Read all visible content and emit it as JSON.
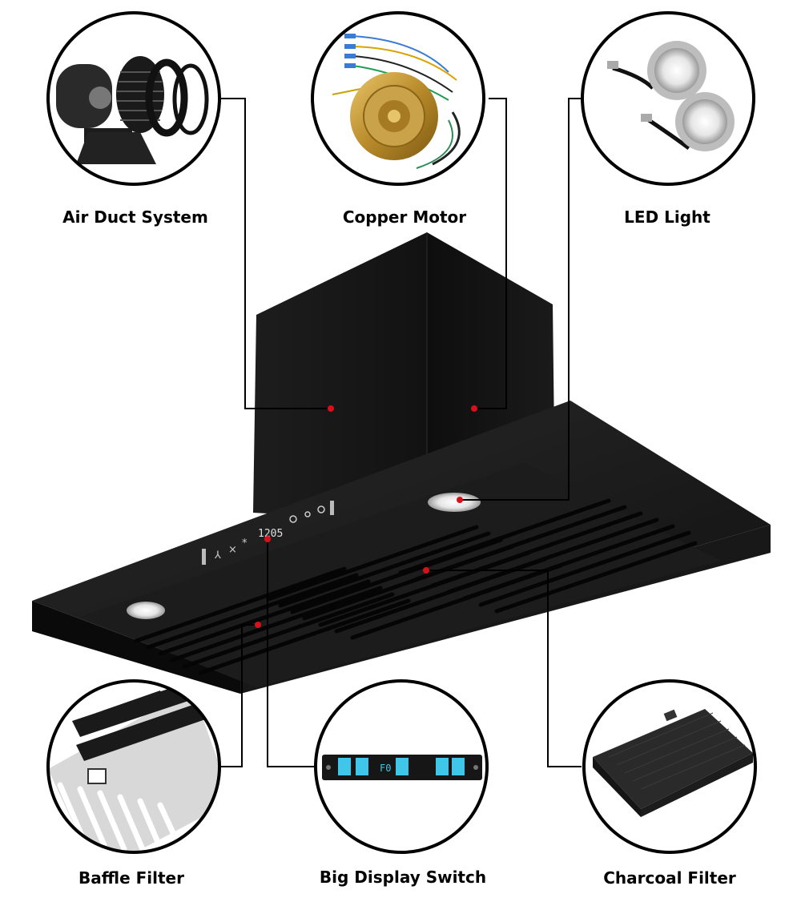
{
  "components": {
    "air_duct_system": "Air Duct System",
    "copper_motor": "Copper Motor",
    "led_light": "LED Light",
    "baffle_filter": "Baffle Filter",
    "big_display_switch": "Big Display Switch",
    "charcoal_filter": "Charcoal Filter"
  },
  "hood_panel": {
    "display_readout": "1205",
    "switch_display_readout": "F0"
  },
  "colors": {
    "hood_body": "#141414",
    "callout_dot": "#d8101a",
    "callout_line": "#000000",
    "touch_key": "#3fc6e8"
  }
}
